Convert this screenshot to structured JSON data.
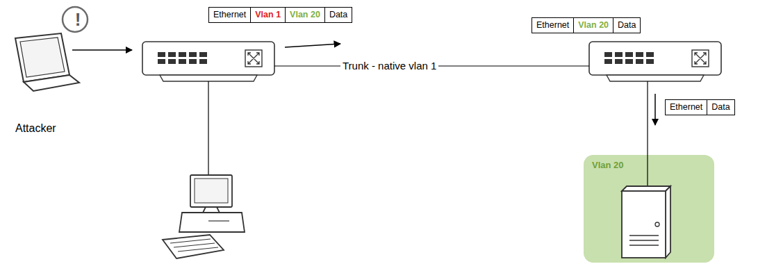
{
  "diagram": {
    "nodes": [
      {
        "text": [
          "!"
        ]
      },
      {
        "text": [
          "Ethernet",
          "Vlan 1",
          "Vlan 20",
          "Data"
        ]
      },
      {
        "text": [
          "Ethernet",
          "Vlan 20",
          "Data"
        ]
      },
      {
        "text": [
          "Ethernet",
          "Data"
        ]
      },
      {
        "text": [
          "Vlan 20"
        ]
      }
    ],
    "labels": [
      "Attacker",
      "Trunk - native vlan 1"
    ]
  }
}
